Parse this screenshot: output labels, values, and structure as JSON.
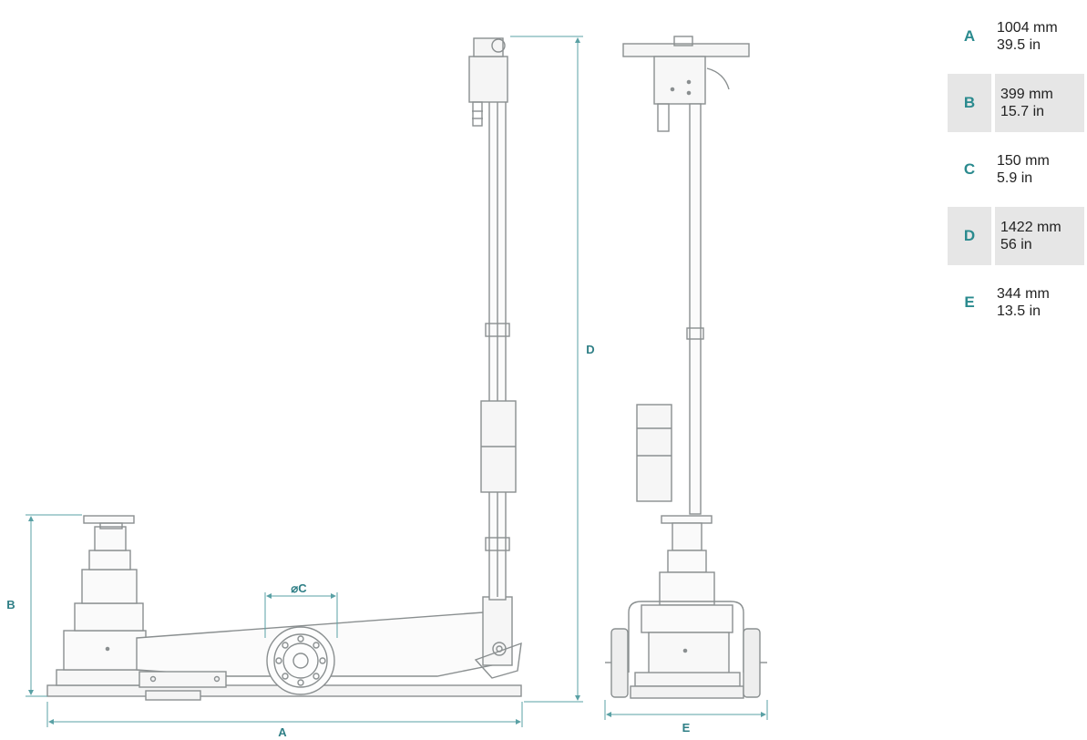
{
  "colors": {
    "accent": "#2a8a8e",
    "line": "#8a8f90",
    "dim_line": "#5aa1a5",
    "shade": "#e6e6e6"
  },
  "drawing": {
    "labels": {
      "A": "A",
      "B": "B",
      "C": "⌀C",
      "D": "D",
      "E": "E"
    }
  },
  "legend": {
    "rows": [
      {
        "letter": "A",
        "mm": "1004 mm",
        "inch": "39.5 in",
        "shaded": false
      },
      {
        "letter": "B",
        "mm": "399 mm",
        "inch": "15.7 in",
        "shaded": true
      },
      {
        "letter": "C",
        "mm": "150 mm",
        "inch": "5.9 in",
        "shaded": false
      },
      {
        "letter": "D",
        "mm": "1422 mm",
        "inch": "56 in",
        "shaded": true
      },
      {
        "letter": "E",
        "mm": "344 mm",
        "inch": "13.5 in",
        "shaded": false
      }
    ]
  }
}
